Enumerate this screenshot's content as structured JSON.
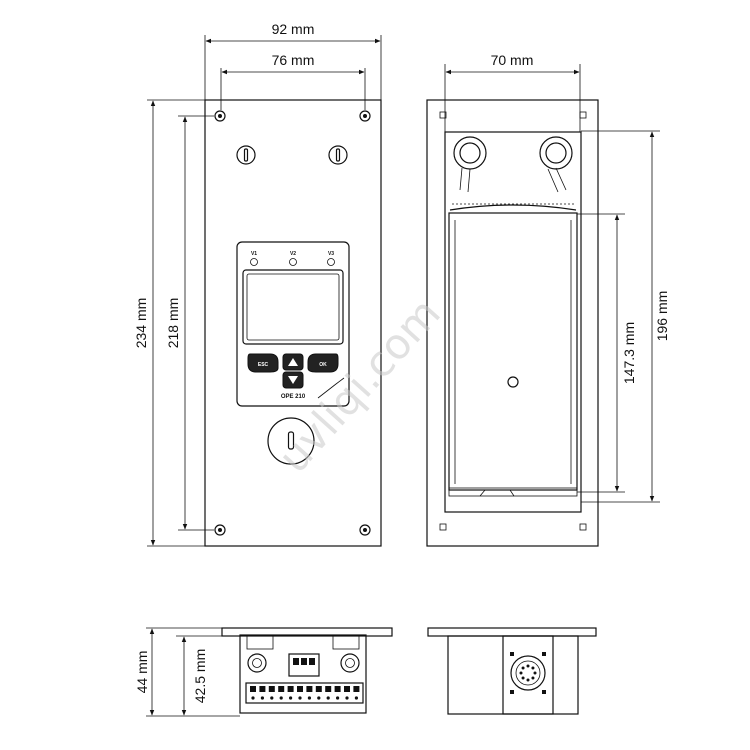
{
  "dimensions": {
    "front_outer_width": "92 mm",
    "front_hole_spacing_width": "76 mm",
    "front_outer_height": "234 mm",
    "front_hole_spacing_height": "218 mm",
    "rear_box_width": "70 mm",
    "rear_box_height": "196 mm",
    "rear_module_height": "147.3 mm",
    "bottom_total_depth": "44 mm",
    "bottom_body_depth": "42.5 mm"
  },
  "keypad": {
    "led_labels": [
      "V1",
      "V2",
      "V3"
    ],
    "left_key": "ESC",
    "right_key": "OK",
    "brand": "OPE 210"
  },
  "watermark": "uvliqi.com"
}
